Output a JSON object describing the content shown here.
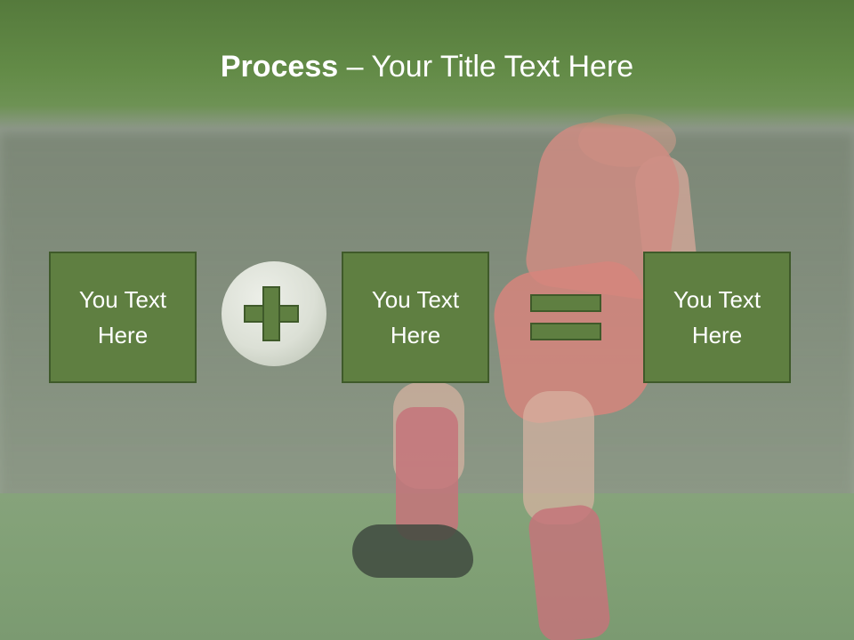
{
  "title": {
    "bold": "Process",
    "rest": " – Your Title Text Here"
  },
  "boxes": [
    {
      "text": "You Text Here"
    },
    {
      "text": "You Text Here"
    },
    {
      "text": "You Text Here"
    }
  ],
  "operators": [
    "plus-icon",
    "equals-icon"
  ],
  "colors": {
    "header": "#638b47",
    "box_fill": "#5f7f41",
    "box_border": "#3f5a2a",
    "text": "#ffffff"
  }
}
